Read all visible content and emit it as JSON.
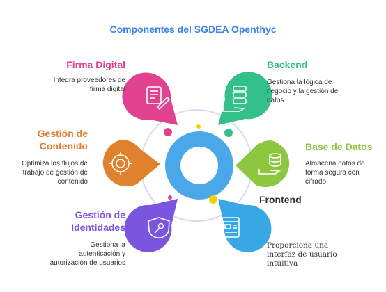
{
  "title": "Componentes del SGDEA Openthyc",
  "colors": {
    "accent_title": "#3b82e6",
    "firma": "#e0428f",
    "backend": "#34c08a",
    "gestion_contenido": "#e0812e",
    "base_datos": "#8dc63f",
    "identidades": "#7a55e0",
    "frontend": "#38a7e6",
    "core": "#4aa8e8",
    "orbit": "#d9d9f2"
  },
  "components": [
    {
      "key": "firma",
      "title": "Firma Digital",
      "desc": [
        "Integra proveedores de",
        "firma digital"
      ],
      "icon": "document-signature-icon"
    },
    {
      "key": "backend",
      "title": "Backend",
      "desc": [
        "Gestiona la lógica de",
        "negocio y la gestión de",
        "datos"
      ],
      "icon": "server-hand-icon"
    },
    {
      "key": "gestion_contenido",
      "title": "Gestión de\nContenido",
      "title_lines": [
        "Gestión de",
        "Contenido"
      ],
      "desc": [
        "Optimiza los flujos de",
        "trabajo de gestión de",
        "contenido"
      ],
      "icon": "gear-document-icon"
    },
    {
      "key": "base_datos",
      "title": "Base de Datos",
      "desc": [
        "Almacena datos de",
        "forma segura con",
        "cifrado"
      ],
      "icon": "database-hand-icon"
    },
    {
      "key": "identidades",
      "title_lines": [
        "Gestión de",
        "Identidades"
      ],
      "desc": [
        "Gestiona la",
        "autenticación y",
        "autorización de usuarios"
      ],
      "icon": "key-shield-icon"
    },
    {
      "key": "frontend",
      "title": "Frontend",
      "desc": [
        "Proporciona una",
        "interfaz de usuario",
        "intuitiva"
      ],
      "icon": "browser-window-icon"
    }
  ]
}
